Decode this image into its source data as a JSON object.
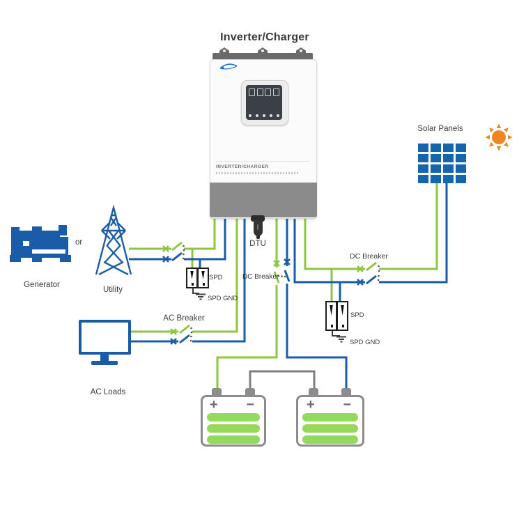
{
  "title": "Inverter/Charger",
  "inverter": {
    "panel_label": "INVERTER/CHARGER"
  },
  "dtu": {
    "label": "DTU"
  },
  "solar": {
    "label": "Solar Panels",
    "dc_breaker_label": "DC Breaker",
    "spd_label": "SPD",
    "spd_gnd_label": "SPD GND"
  },
  "ac_input": {
    "generator_label": "Generator",
    "or_label": "or",
    "utility_label": "Utility",
    "spd_label": "SPD",
    "spd_gnd_label": "SPD GND"
  },
  "ac_output": {
    "breaker_label": "AC Breaker",
    "loads_label": "AC Loads"
  },
  "battery": {
    "dc_breaker_label": "DC Breaker",
    "plus": "+",
    "minus": "−"
  },
  "colors": {
    "wire_green": "#8dc63f",
    "wire_blue": "#1b5ca8",
    "battery_bar_green": "#95d95c",
    "device_gray": "#8b8b8b",
    "sun_orange": "#ee8722",
    "icon_blue": "#1b5ca8"
  }
}
